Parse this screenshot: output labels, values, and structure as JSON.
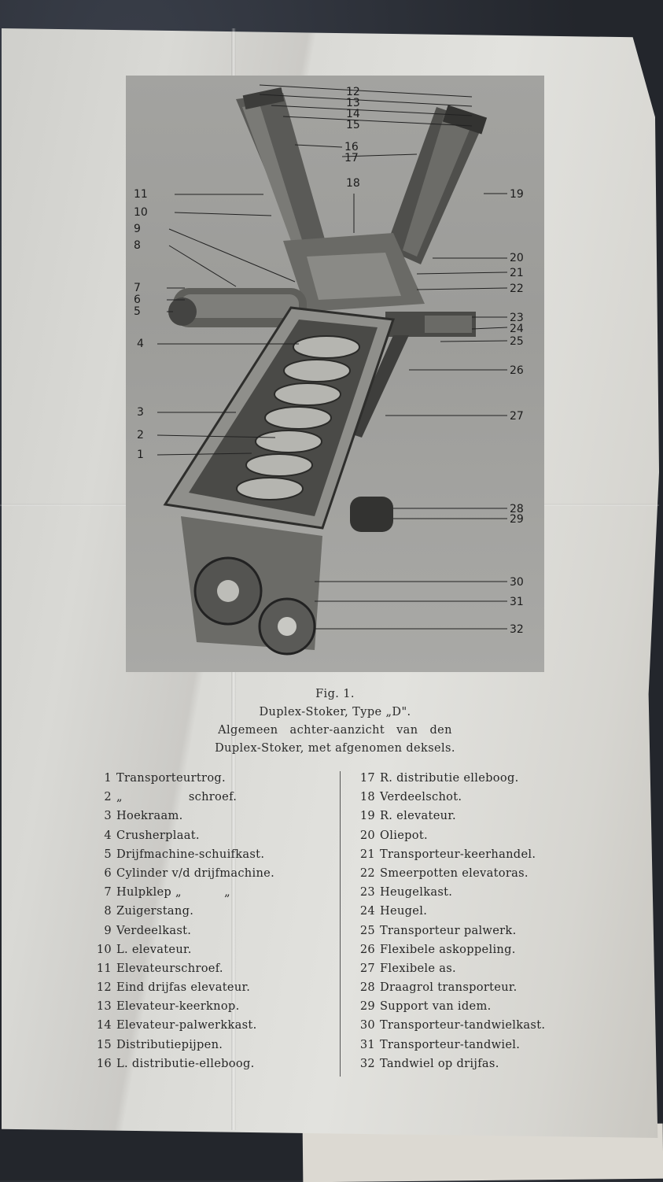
{
  "figure": {
    "callouts_left": [
      "11",
      "10",
      "9",
      "8",
      "7",
      "6",
      "5",
      "4",
      "3",
      "2",
      "1"
    ],
    "callouts_top": [
      "12",
      "13",
      "14",
      "15",
      "16",
      "17",
      "18"
    ],
    "callouts_right": [
      "19",
      "20",
      "21",
      "22",
      "23",
      "24",
      "25",
      "26",
      "27",
      "28",
      "29",
      "30",
      "31",
      "32"
    ]
  },
  "caption": {
    "fig": "Fig. 1.",
    "line1": "Duplex-Stoker, Type „D\".",
    "line2": "Algemeen achter-aanzicht van den",
    "line3": "Duplex-Stoker, met afgenomen deksels."
  },
  "legend_left": [
    {
      "n": "1",
      "text": "Transporteurtrog."
    },
    {
      "n": "2",
      "text": "„                 schroef."
    },
    {
      "n": "3",
      "text": "Hoekraam."
    },
    {
      "n": "4",
      "text": "Crusherplaat."
    },
    {
      "n": "5",
      "text": "Drijfmachine-schuifkast."
    },
    {
      "n": "6",
      "text": "Cylinder v/d drijfmachine."
    },
    {
      "n": "7",
      "text": "Hulpklep „           „"
    },
    {
      "n": "8",
      "text": "Zuigerstang."
    },
    {
      "n": "9",
      "text": "Verdeelkast."
    },
    {
      "n": "10",
      "text": "L. elevateur."
    },
    {
      "n": "11",
      "text": "Elevateurschroef."
    },
    {
      "n": "12",
      "text": "Eind drijfas elevateur."
    },
    {
      "n": "13",
      "text": "Elevateur-keerknop."
    },
    {
      "n": "14",
      "text": "Elevateur-palwerkkast."
    },
    {
      "n": "15",
      "text": "Distributiepijpen."
    },
    {
      "n": "16",
      "text": "L. distributie-elleboog."
    }
  ],
  "legend_right": [
    {
      "n": "17",
      "text": "R. distributie elleboog."
    },
    {
      "n": "18",
      "text": "Verdeelschot."
    },
    {
      "n": "19",
      "text": "R. elevateur."
    },
    {
      "n": "20",
      "text": "Oliepot."
    },
    {
      "n": "21",
      "text": "Transporteur-keerhandel."
    },
    {
      "n": "22",
      "text": "Smeerpotten elevatoras."
    },
    {
      "n": "23",
      "text": "Heugelkast."
    },
    {
      "n": "24",
      "text": "Heugel."
    },
    {
      "n": "25",
      "text": "Transporteur palwerk."
    },
    {
      "n": "26",
      "text": "Flexibele askoppeling."
    },
    {
      "n": "27",
      "text": "Flexibele as."
    },
    {
      "n": "28",
      "text": "Draagrol transporteur."
    },
    {
      "n": "29",
      "text": "Support van idem."
    },
    {
      "n": "30",
      "text": "Transporteur-tandwielkast."
    },
    {
      "n": "31",
      "text": "Transporteur-tandwiel."
    },
    {
      "n": "32",
      "text": "Tandwiel op drijfas."
    }
  ]
}
